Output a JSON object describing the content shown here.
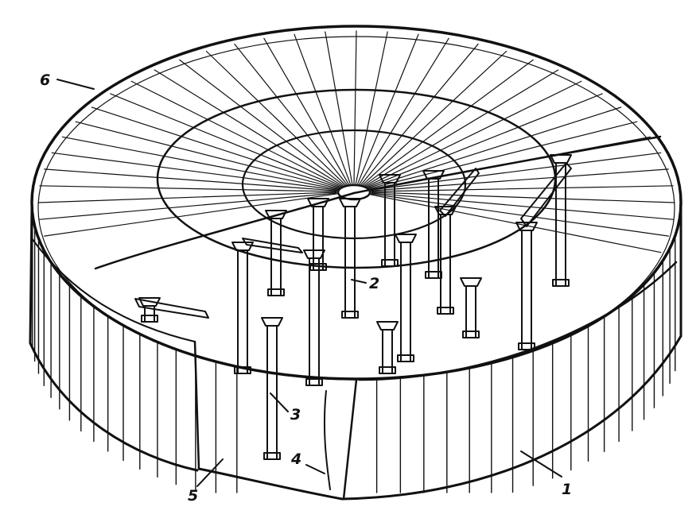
{
  "figure": {
    "callouts": [
      {
        "id": "1",
        "text": "1"
      },
      {
        "id": "2",
        "text": "2"
      },
      {
        "id": "3",
        "text": "3"
      },
      {
        "id": "4",
        "text": "4"
      },
      {
        "id": "5",
        "text": "5"
      },
      {
        "id": "6",
        "text": "6"
      }
    ]
  },
  "colors": {
    "ink": "#111111",
    "paper": "#ffffff"
  }
}
